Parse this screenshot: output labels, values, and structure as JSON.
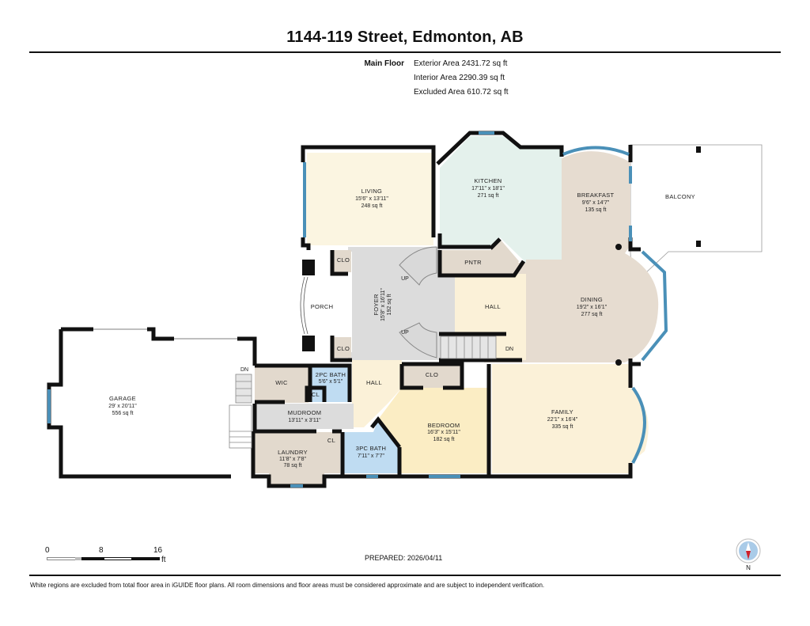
{
  "header": {
    "title": "1144-119 Street, Edmonton, AB"
  },
  "areas": {
    "floor_label": "Main Floor",
    "exterior": "Exterior Area 2431.72 sq ft",
    "interior": "Interior Area 2290.39 sq ft",
    "excluded": "Excluded Area 610.72 sq ft"
  },
  "rooms": {
    "living": {
      "name": "LIVING",
      "dims": "15'6\" x 13'11\"",
      "area": "248 sq ft"
    },
    "kitchen": {
      "name": "KITCHEN",
      "dims": "17'11\" x 18'1\"",
      "area": "271 sq ft"
    },
    "breakfast": {
      "name": "BREAKFAST",
      "dims": "9'6\" x 14'7\"",
      "area": "135 sq ft"
    },
    "balcony": {
      "name": "BALCONY"
    },
    "pantry": {
      "name": "PNTR"
    },
    "foyer": {
      "name": "FOYER",
      "dims": "15'8\" x 16'11\"",
      "area": "192 sq ft"
    },
    "porch": {
      "name": "PORCH"
    },
    "clo_top": {
      "name": "CLO"
    },
    "clo_bottom": {
      "name": "CLO"
    },
    "hall_upper": {
      "name": "HALL"
    },
    "dining": {
      "name": "DINING",
      "dims": "19'2\" x 16'1\"",
      "area": "277 sq ft"
    },
    "garage": {
      "name": "GARAGE",
      "dims": "29' x 20'11\"",
      "area": "556 sq ft"
    },
    "wic": {
      "name": "WIC"
    },
    "cl_wic": {
      "name": "CL"
    },
    "bath2": {
      "name": "2PC BATH",
      "dims": "5'6\" x 5'1\""
    },
    "hall_lower": {
      "name": "HALL"
    },
    "mudroom": {
      "name": "MUDROOM",
      "dims": "13'11\" x 3'11\""
    },
    "laundry": {
      "name": "LAUNDRY",
      "dims": "11'8\" x 7'8\"",
      "area": "78 sq ft"
    },
    "cl_laundry": {
      "name": "CL"
    },
    "bath3": {
      "name": "3PC BATH",
      "dims": "7'11\" x 7'7\""
    },
    "clo_bedroom": {
      "name": "CLO"
    },
    "bedroom": {
      "name": "BEDROOM",
      "dims": "16'3\" x 15'11\"",
      "area": "182 sq ft"
    },
    "family": {
      "name": "FAMILY",
      "dims": "22'1\" x 16'4\"",
      "area": "335 sq ft"
    }
  },
  "stairs": {
    "up_top": "UP",
    "up_bottom": "UP",
    "dn_hall": "DN",
    "dn_garage": "DN"
  },
  "scale": {
    "ticks": [
      "0",
      "8",
      "16"
    ],
    "unit": "ft"
  },
  "footer": {
    "prepared": "PREPARED: 2026/04/11",
    "disclaimer": "White regions are excluded from total floor area in iGUIDE floor plans. All room dimensions and floor areas must be considered approximate and are subject to independent verification.",
    "compass_label": "N"
  },
  "colors": {
    "wall": "#111111",
    "window": "#4a90b8",
    "living": "#fbf5e1",
    "kitchen": "#e4f1ec",
    "breakfast_dining": "#e6dcd0",
    "foyer": "#dcdcdc",
    "hall": "#fbf1d8",
    "bath": "#bfdcf2",
    "bedroom": "#fbedc4",
    "utility": "#e2d9cd",
    "compass_red": "#d0202a",
    "compass_blue": "#a9cbe8"
  }
}
